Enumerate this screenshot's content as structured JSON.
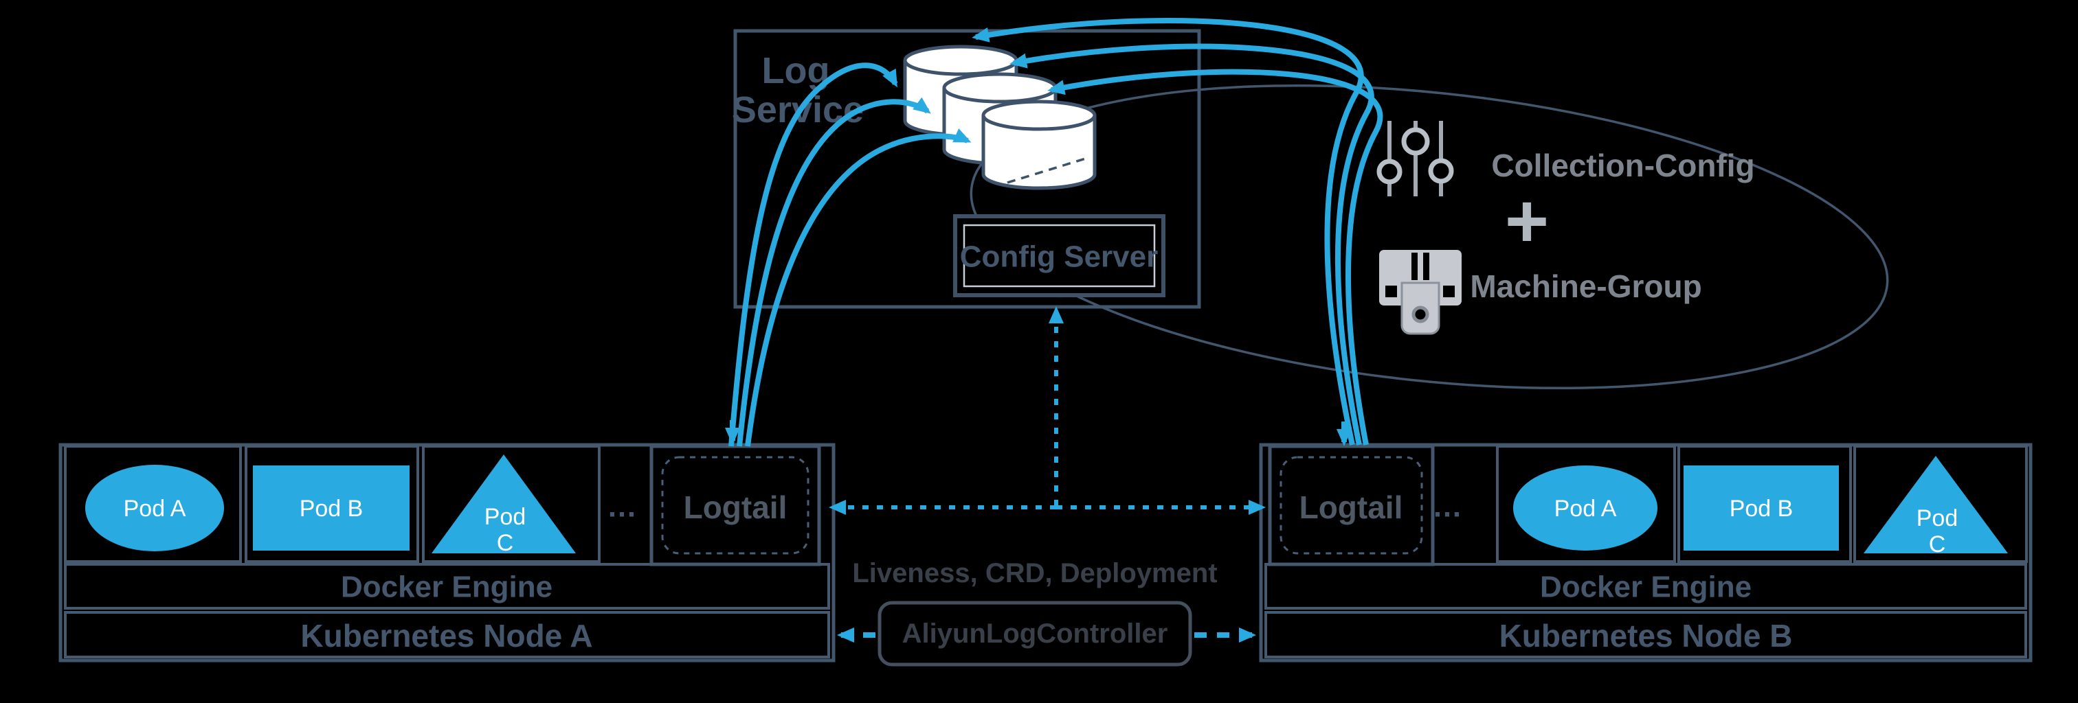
{
  "colors": {
    "background": "#000000",
    "accent_blue": "#29ABE2",
    "slate_border": "#42566C",
    "slate_text": "#44576D",
    "gray_label": "#7F858F",
    "dark_label": "#3A404A",
    "icon_gray": "#C6CAD0",
    "white": "#FFFFFF"
  },
  "log_service": {
    "title_line1": "Log",
    "title_line2": "Service",
    "logstore_count": 3,
    "config_server_label": "Config Server"
  },
  "config_scope": {
    "collection_config_label": "Collection-Config",
    "plus_sign": "+",
    "machine_group_label": "Machine-Group",
    "icons": {
      "collection_config": "sliders-icon",
      "machine_group": "machine-icon"
    }
  },
  "controller": {
    "caption": "Liveness, CRD, Deployment",
    "label": "AliyunLogController"
  },
  "nodes": [
    {
      "logtail_label": "Logtail",
      "more_pods": "…",
      "docker_label": "Docker Engine",
      "node_label": "Kubernetes Node A",
      "pods": [
        {
          "label": "Pod A",
          "shape": "ellipse"
        },
        {
          "label": "Pod B",
          "shape": "rectangle"
        },
        {
          "lines": [
            "Pod",
            "C"
          ],
          "shape": "triangle"
        }
      ]
    },
    {
      "logtail_label": "Logtail",
      "more_pods": "…",
      "docker_label": "Docker Engine",
      "node_label": "Kubernetes Node B",
      "pods": [
        {
          "label": "Pod A",
          "shape": "ellipse"
        },
        {
          "label": "Pod B",
          "shape": "rectangle"
        },
        {
          "lines": [
            "Pod",
            "C"
          ],
          "shape": "triangle"
        }
      ]
    }
  ]
}
